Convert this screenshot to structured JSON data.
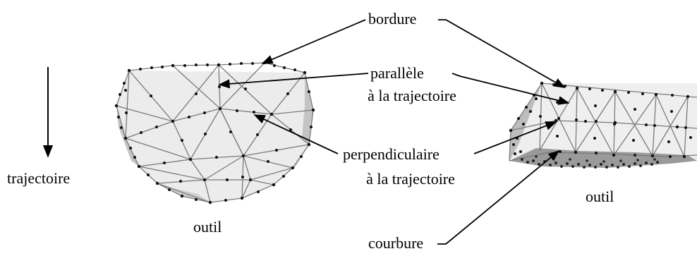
{
  "labels": {
    "bordure": "bordure",
    "parallele_line1": "parallèle",
    "parallele_line2": "à la trajectoire",
    "perpendiculaire_line1": "perpendiculaire",
    "perpendiculaire_line2": "à la trajectoire",
    "trajectoire": "trajectoire",
    "outil_left": "outil",
    "outil_right": "outil",
    "courbure": "courbure"
  },
  "colors": {
    "mesh_line": "#7a7a7a",
    "mesh_fill": "#c8c8c8",
    "vertex": "#111111",
    "arrow": "#000000"
  }
}
